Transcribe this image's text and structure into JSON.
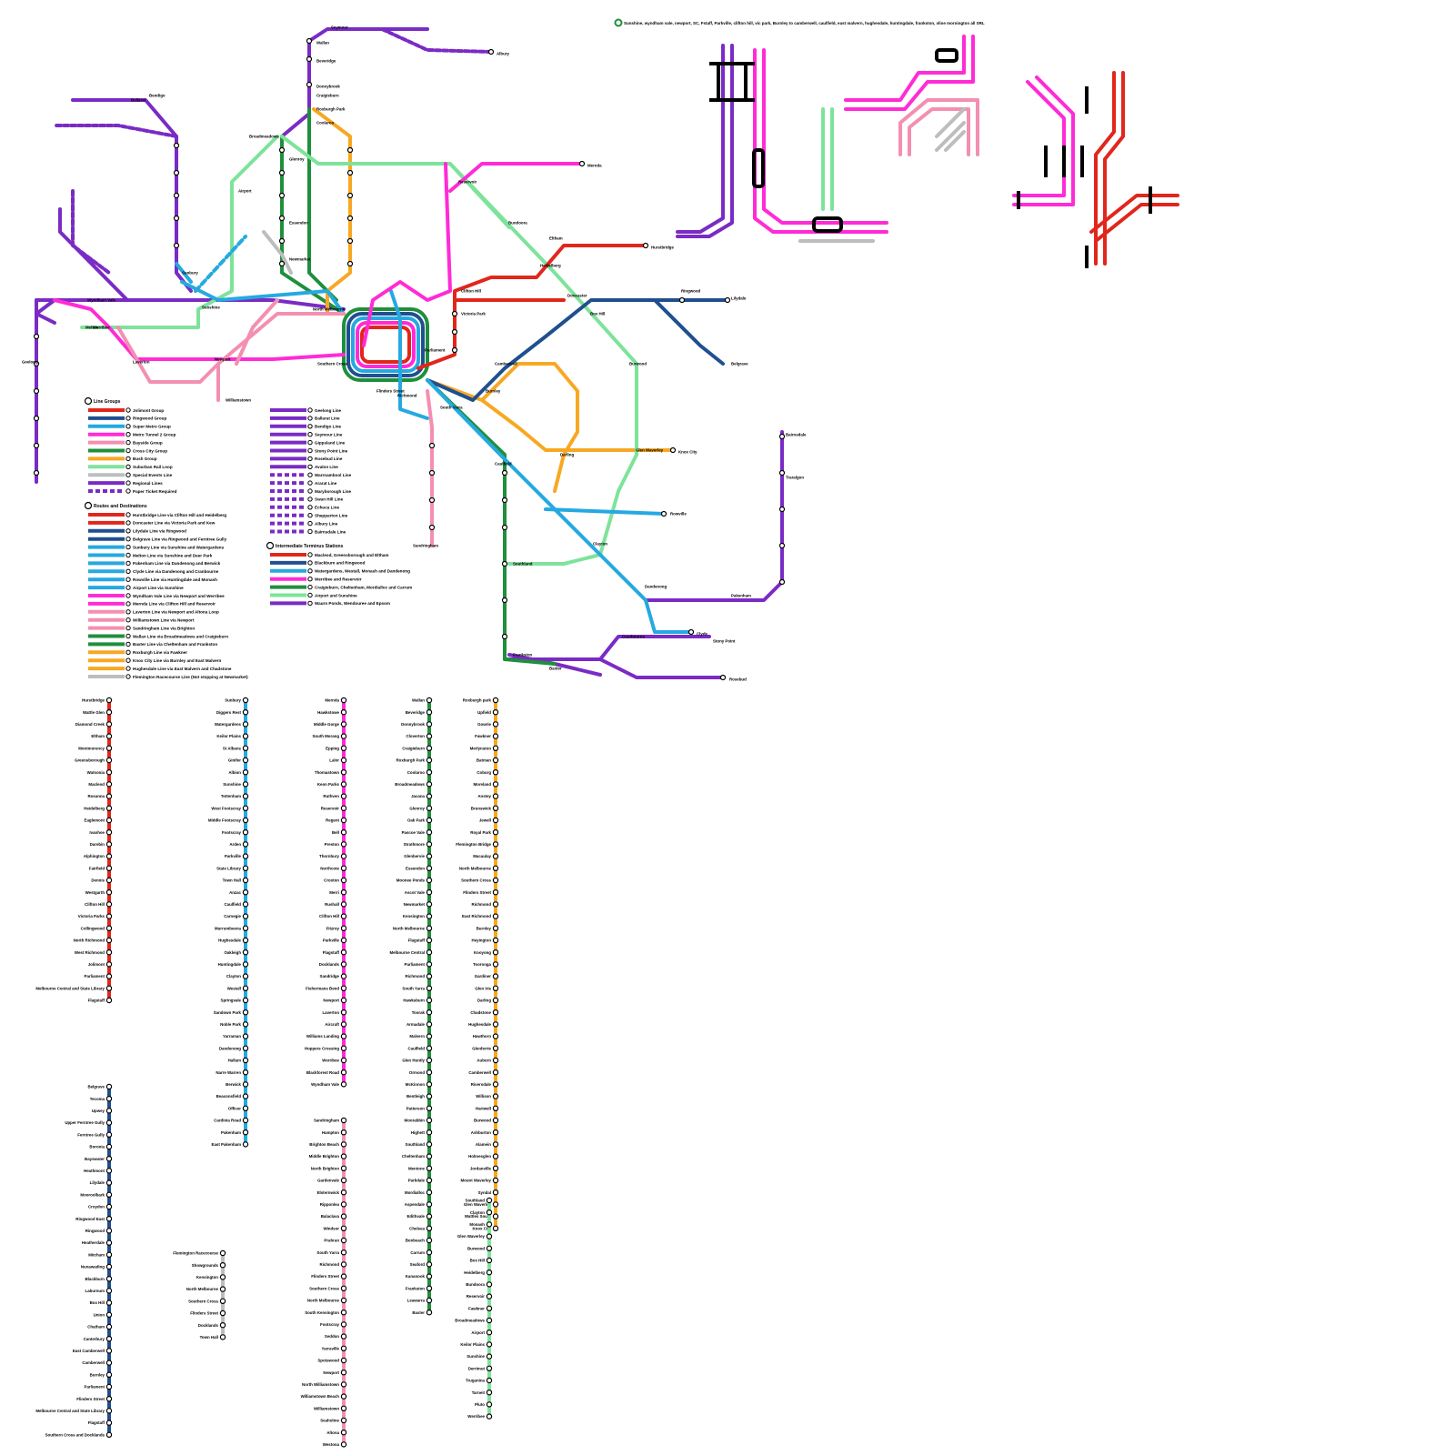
{
  "header_note": "Sunshine, wyndham vale, newport, SC, Fstaff, Parkville, clifton hill, vic park, Burnley to camberwell, caulfield, east malvern, hughesdale, huntingdale, frankston, vline mornington all SRL",
  "colors": {
    "jolimont": "#e1261c",
    "ringwood": "#1f4f8f",
    "super_metro": "#25a9e0",
    "metro_tunnel2": "#ff2bd6",
    "bayside": "#f48fb1",
    "cross_city": "#1f8f3c",
    "bush": "#f7a823",
    "suburban_loop": "#7ee39a",
    "special": "#bdbdbd",
    "regional": "#7a2bc4",
    "paper_ticket": "#7a2bc4",
    "city_loop_light": "#e8e8e8"
  },
  "legend_line_groups": {
    "title": "Line Groups",
    "items": [
      {
        "label": "Jolimont Group",
        "color": "#e1261c"
      },
      {
        "label": "Ringwood Group",
        "color": "#1f4f8f"
      },
      {
        "label": "Super Metro Group",
        "color": "#25a9e0"
      },
      {
        "label": "Metro Tunnel 2 Group",
        "color": "#ff2bd6"
      },
      {
        "label": "Bayside Group",
        "color": "#f48fb1"
      },
      {
        "label": "Cross City Group",
        "color": "#1f8f3c"
      },
      {
        "label": "Bush Group",
        "color": "#f7a823"
      },
      {
        "label": "Suburban Rail Loop",
        "color": "#7ee39a"
      },
      {
        "label": "Special Events Line",
        "color": "#bdbdbd"
      },
      {
        "label": "Regional Lines",
        "color": "#7a2bc4"
      },
      {
        "label": "Paper Ticket Required",
        "color": "#7a2bc4",
        "dashed": true
      }
    ]
  },
  "legend_routes": {
    "title": "Routes and Destinations",
    "items": [
      {
        "label": "Hurstbridge Line via Clifton Hill and Heidelberg",
        "color": "#e1261c"
      },
      {
        "label": "Doncaster Line via Victoria Park and Kew",
        "color": "#e1261c"
      },
      {
        "label": "Lilydale Line via Ringwood",
        "color": "#1f4f8f"
      },
      {
        "label": "Belgrave Line via Ringwood and Ferntree Gully",
        "color": "#1f4f8f"
      },
      {
        "label": "Sunbury Line via Sunshine and Watergardens",
        "color": "#25a9e0"
      },
      {
        "label": "Melton Line via Sunshine and Deer Park",
        "color": "#25a9e0"
      },
      {
        "label": "Pakenham Line via Dandenong and Berwick",
        "color": "#25a9e0"
      },
      {
        "label": "Clyde Line via Dandenong and Cranbourne",
        "color": "#25a9e0"
      },
      {
        "label": "Rowville Line via Huntingdale and Monash",
        "color": "#25a9e0"
      },
      {
        "label": "Airport Line via Sunshine",
        "color": "#25a9e0"
      },
      {
        "label": "Wyndham Vale Line via Newport and Werribee",
        "color": "#ff2bd6"
      },
      {
        "label": "Mernda Line via Clifton Hill and Reservoir",
        "color": "#ff2bd6"
      },
      {
        "label": "Laverton Line via Newport and Altona Loop",
        "color": "#f48fb1"
      },
      {
        "label": "Williamstown Line via Newport",
        "color": "#f48fb1"
      },
      {
        "label": "Sandringham Line via Brighton",
        "color": "#f48fb1"
      },
      {
        "label": "Wallan Line via Broadmeadows and Craigieburn",
        "color": "#1f8f3c"
      },
      {
        "label": "Baxter Line via Cheltenham and Frankston",
        "color": "#1f8f3c"
      },
      {
        "label": "Roxburgh Line via Fawkner",
        "color": "#f7a823"
      },
      {
        "label": "Knox City Line via Burnley and East Malvern",
        "color": "#f7a823"
      },
      {
        "label": "Hughesdale Line via East Malvern and Chadstone",
        "color": "#f7a823"
      },
      {
        "label": "Flemington Racecourse Line (Not stopping at Newmarket)",
        "color": "#bdbdbd"
      }
    ]
  },
  "legend_regional": {
    "items": [
      {
        "label": "Geelong Line",
        "dashed": false
      },
      {
        "label": "Ballarat Line",
        "dashed": false
      },
      {
        "label": "Bendigo Line",
        "dashed": false
      },
      {
        "label": "Seymour Line",
        "dashed": false
      },
      {
        "label": "Gippsland Line",
        "dashed": false
      },
      {
        "label": "Stony Point Line",
        "dashed": false
      },
      {
        "label": "Rosebud Line",
        "dashed": false
      },
      {
        "label": "Avalon Line",
        "dashed": false
      },
      {
        "label": "Warrnambool Line",
        "dashed": true
      },
      {
        "label": "Ararat Line",
        "dashed": true
      },
      {
        "label": "Maryborough Line",
        "dashed": true
      },
      {
        "label": "Swan Hill Line",
        "dashed": true
      },
      {
        "label": "Echuca Line",
        "dashed": true
      },
      {
        "label": "Shepparton Line",
        "dashed": true
      },
      {
        "label": "Albury Line",
        "dashed": true
      },
      {
        "label": "Bairnsdale Line",
        "dashed": true
      }
    ]
  },
  "legend_terminus": {
    "title": "Intermediate Terminus Stations",
    "items": [
      {
        "label": "Macleod, Greensborough and Eltham",
        "color": "#e1261c"
      },
      {
        "label": "Blackburn and Ringwood",
        "color": "#1f4f8f"
      },
      {
        "label": "Watergardens, Westall, Monash and Dandenong",
        "color": "#25a9e0"
      },
      {
        "label": "Werribee and Reservoir",
        "color": "#ff2bd6"
      },
      {
        "label": "Craigieburn, Cheltenham, Mordialloc and Carrum",
        "color": "#1f8f3c"
      },
      {
        "label": "Airport and Sunshine",
        "color": "#7ee39a"
      },
      {
        "label": "Waurn Ponds, Wendouree and Epsom",
        "color": "#7a2bc4"
      }
    ]
  },
  "map_stations": [
    {
      "name": "Wallan"
    },
    {
      "name": "Beveridge"
    },
    {
      "name": "Donnybrook"
    },
    {
      "name": "Craigieburn"
    },
    {
      "name": "Roxburgh Park"
    },
    {
      "name": "Coolaroo"
    },
    {
      "name": "Broadmeadows"
    },
    {
      "name": "Glenroy"
    },
    {
      "name": "Essendon"
    },
    {
      "name": "Newmarket"
    },
    {
      "name": "North Melbourne"
    },
    {
      "name": "Southern Cross"
    },
    {
      "name": "Flinders Street"
    },
    {
      "name": "Parliament"
    },
    {
      "name": "Richmond"
    },
    {
      "name": "South Yarra"
    },
    {
      "name": "Clifton Hill"
    },
    {
      "name": "Victoria Park"
    },
    {
      "name": "Heidelberg"
    },
    {
      "name": "Eltham"
    },
    {
      "name": "Hurstbridge"
    },
    {
      "name": "Doncaster"
    },
    {
      "name": "Box Hill"
    },
    {
      "name": "Ringwood"
    },
    {
      "name": "Lilydale"
    },
    {
      "name": "Belgrave"
    },
    {
      "name": "Camberwell"
    },
    {
      "name": "Burnley"
    },
    {
      "name": "Darling"
    },
    {
      "name": "Glen Waverley"
    },
    {
      "name": "Knox City"
    },
    {
      "name": "Caulfield"
    },
    {
      "name": "Clayton"
    },
    {
      "name": "Dandenong"
    },
    {
      "name": "Pakenham"
    },
    {
      "name": "Cranbourne"
    },
    {
      "name": "Clyde"
    },
    {
      "name": "Rowville"
    },
    {
      "name": "Frankston"
    },
    {
      "name": "Baxter"
    },
    {
      "name": "Stony Point"
    },
    {
      "name": "Rosebud"
    },
    {
      "name": "Sandringham"
    },
    {
      "name": "Sunshine"
    },
    {
      "name": "Sunbury"
    },
    {
      "name": "Melton"
    },
    {
      "name": "Airport"
    },
    {
      "name": "Werribee"
    },
    {
      "name": "Wyndham Vale"
    },
    {
      "name": "Newport"
    },
    {
      "name": "Williamstown"
    },
    {
      "name": "Laverton"
    },
    {
      "name": "Geelong"
    },
    {
      "name": "Ballarat"
    },
    {
      "name": "Bendigo"
    },
    {
      "name": "Seymour"
    },
    {
      "name": "Traralgon"
    },
    {
      "name": "Bairnsdale"
    },
    {
      "name": "Albury"
    },
    {
      "name": "Mernda"
    },
    {
      "name": "Reservoir"
    },
    {
      "name": "Burwood"
    },
    {
      "name": "Bundoora"
    },
    {
      "name": "Southland"
    }
  ],
  "strip_columns": [
    {
      "title": "Hurstbridge",
      "stations": [
        "Hurstbridge",
        "Wattle Glen",
        "Diamond Creek",
        "Eltham",
        "Montmorency",
        "Greensborough",
        "Watsonia",
        "Macleod",
        "Rosanna",
        "Heidelberg",
        "Eaglemont",
        "Ivanhoe",
        "Darebin",
        "Alphington",
        "Fairfield",
        "Dennis",
        "Westgarth",
        "Clifton Hill",
        "Victoria Parks",
        "Collingwood",
        "North Richmond",
        "West Richmond",
        "Jolimont",
        "Parliament",
        "Melbourne Central and State Library",
        "Flagstaff"
      ]
    },
    {
      "title": "Sunbury",
      "stations": [
        "Sunbury",
        "Diggers Rest",
        "Watergardens",
        "Keilor Plains",
        "St Albans",
        "Ginifer",
        "Albion",
        "Sunshine",
        "Tottenham",
        "West Footscray",
        "Middle Footscray",
        "Footscray",
        "Arden",
        "Parkville",
        "State Library",
        "Town Hall",
        "Anzac",
        "Caulfield",
        "Carnegie",
        "Murrumbeena",
        "Hughesdale",
        "Oakleigh",
        "Huntingdale",
        "Clayton",
        "Westall",
        "Springvale",
        "Sandown Park",
        "Noble Park",
        "Yarraman",
        "Dandenong",
        "Hallam",
        "Narre Warren",
        "Berwick",
        "Beaconsfield",
        "Officer",
        "Cardinia Road",
        "Pakenham",
        "East Pakenham"
      ]
    },
    {
      "title": "Mernda",
      "stations": [
        "Mernda",
        "Hawkstowe",
        "Middle Gorge",
        "South Morang",
        "Epping",
        "Lalor",
        "Thomastown",
        "Keon Parks",
        "Ruthven",
        "Reservoir",
        "Regent",
        "Bell",
        "Preston",
        "Thornbury",
        "Northcote",
        "Croxton",
        "Merri",
        "Rushall",
        "Clifton Hill",
        "Fitzroy",
        "Parkville",
        "Flagstaff",
        "Docklands",
        "Sandridge",
        "Fishermans Bend",
        "Newport",
        "Laverton",
        "Aircraft",
        "Williams Landing",
        "Hoppers Crossing",
        "Werribee",
        "Blackforest Road",
        "Wyndham Vale"
      ]
    },
    {
      "title": "Sandringham",
      "stations": [
        "Sandringham",
        "Hampton",
        "Brighton Beach",
        "Middle Brighton",
        "North Brighton",
        "Gardenvale",
        "Elsternwick",
        "Ripponlea",
        "Balaclava",
        "Windsor",
        "Prahran",
        "South Yarra",
        "Richmond",
        "Flinders Street",
        "Southern Cross",
        "North Melbourne",
        "South Kensington",
        "Footscray",
        "Seddon",
        "Yarraville",
        "Spotswood",
        "Newport",
        "North Williamstown",
        "Williamstown Beach",
        "Williamstown",
        "Seaholme",
        "Altona",
        "Westona",
        "Laverton"
      ]
    },
    {
      "title": "Wallan",
      "stations": [
        "Wallan",
        "Beveridge",
        "Donnybrook",
        "Cloverton",
        "Craigieburn",
        "Roxburgh Park",
        "Coolaroo",
        "Broadmeadows",
        "Jacana",
        "Glenroy",
        "Oak Park",
        "Pascoe Vale",
        "Strathmore",
        "Glenbervie",
        "Essendon",
        "Moonee Ponds",
        "Ascot Vale",
        "Newmarket",
        "Kensington",
        "North Melbourne",
        "Flagstaff",
        "Melbourne Central",
        "Parliament",
        "Richmond",
        "South Yarra",
        "Hawksburn",
        "Toorak",
        "Armadale",
        "Malvern",
        "Caulfield",
        "Glen Huntly",
        "Ormond",
        "McKinnon",
        "Bentleigh",
        "Patterson",
        "Moorabbin",
        "Highett",
        "Southland",
        "Cheltenham",
        "Mentone",
        "Parkdale",
        "Mordialloc",
        "Aspendale",
        "Edithvale",
        "Chelsea",
        "Bonbeach",
        "Carrum",
        "Seaford",
        "Kananook",
        "Frankston",
        "Leawarra",
        "Baxter"
      ]
    },
    {
      "title": "Roxburgh",
      "stations": [
        "Roxburgh park",
        "Upfield",
        "Gowrie",
        "Fawkner",
        "Merlynston",
        "Batman",
        "Coburg",
        "Moreland",
        "Anstey",
        "Brunswick",
        "Jewell",
        "Royal Park",
        "Flemington Bridge",
        "Macaulay",
        "North Melbourne",
        "Southern Cross",
        "Flinders Street",
        "Richmond",
        "East Richmond",
        "Burnley",
        "Heyington",
        "Kooyong",
        "Tooronga",
        "Gardiner",
        "Glen Iris",
        "Darling",
        "Chadstone",
        "Hughesdale",
        "Hawthorn",
        "Glenferrie",
        "Auburn",
        "Camberwell",
        "Riversdale",
        "Willison",
        "Hartwell",
        "Burwood",
        "Ashburton",
        "Alamein",
        "Holmesglen",
        "Jordanville",
        "Mount Waverley",
        "Syndal",
        "Glen Waverley",
        "Wattles South",
        "Knox City"
      ]
    },
    {
      "title": "SRL",
      "stations": [
        "Southland",
        "Clayton",
        "Monash",
        "Glen Waverley",
        "Burwood",
        "Box Hill",
        "Heidelberg",
        "Bundoora",
        "Reservoir",
        "Fawkner",
        "Broadmeadows",
        "Airport",
        "Keilor Plains",
        "Sunshine",
        "Derrimut",
        "Truganina",
        "Tarneit",
        "Pluto",
        "Werribee"
      ]
    },
    {
      "title": "Lilydale",
      "stations": [
        "Belgrave",
        "Tecoma",
        "Upwey",
        "Upper Ferntree Gully",
        "Ferntree Gully",
        "Boronia",
        "Bayswater",
        "Heathmont",
        "Lilydale",
        "Mooroolbark",
        "Croydon",
        "Ringwood East",
        "Ringwood",
        "Heatherdale",
        "Mitcham",
        "Nunawading",
        "Blackburn",
        "Laburnum",
        "Box Hill",
        "Union",
        "Chatham",
        "Canterbury",
        "East Camberwell",
        "Camberwell",
        "Burnley",
        "Parliament",
        "Flinders Street",
        "Melbourne Central and State Library",
        "Flagstaff",
        "Southern Cross and Docklands"
      ]
    },
    {
      "title": "Flemington",
      "stations": [
        "Flemington Racecourse",
        "Showgrounds",
        "Kensington",
        "North Melbourne",
        "Southern Cross",
        "Flinders Street",
        "Docklands",
        "Town Hall"
      ]
    }
  ]
}
